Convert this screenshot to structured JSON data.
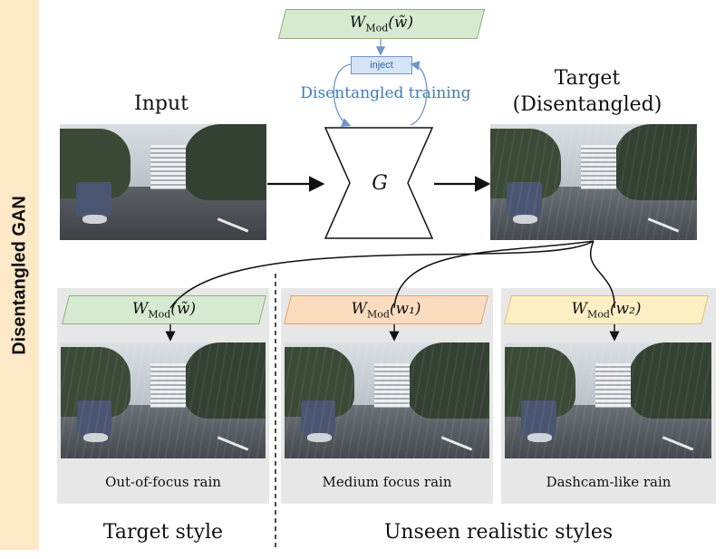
{
  "side_label": "Disentangled GAN",
  "top_vector": {
    "base": "W",
    "sub": "Mod",
    "arg": "(w̃)"
  },
  "inject_label": "inject",
  "disentangled_training": "Disentangled training",
  "input_title": "Input",
  "target_title_line1": "Target",
  "target_title_line2": "(Disentangled)",
  "generator_label": "G",
  "panels": [
    {
      "vector": {
        "base": "W",
        "sub": "Mod",
        "arg": "(w̃)"
      },
      "caption": "Out-of-focus rain",
      "color": "#d5ead0"
    },
    {
      "vector": {
        "base": "W",
        "sub": "Mod",
        "arg": "(w₁)"
      },
      "caption": "Medium focus rain",
      "color": "#fbdcbf"
    },
    {
      "vector": {
        "base": "W",
        "sub": "Mod",
        "arg": "(w₂)"
      },
      "caption": "Dashcam-like rain",
      "color": "#fcefc4"
    }
  ],
  "footer_left": "Target style",
  "footer_right": "Unseen realistic styles",
  "colors": {
    "side_band": "#fde9c8",
    "training_text": "#3f7cb8",
    "panel_bg": "#e7e7e7"
  }
}
